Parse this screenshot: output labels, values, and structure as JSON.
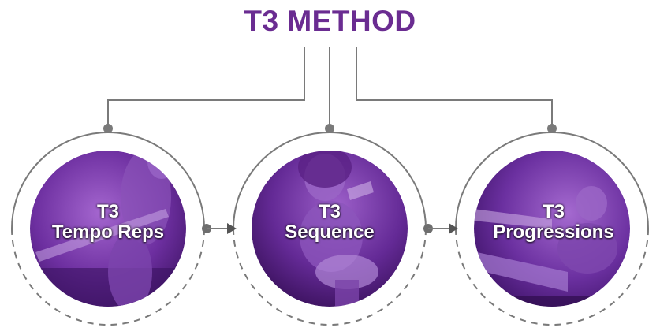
{
  "title": "T3 METHOD",
  "colors": {
    "title": "#6a2c91",
    "connector": "#7a7a7a",
    "arrow": "#555555",
    "circle_fill_dark": "#4b1a73",
    "circle_fill_light": "#9b5bc8"
  },
  "steps": [
    {
      "line1": "T3",
      "line2": "Tempo Reps",
      "icon": "woman-resistance-band-rows-photo"
    },
    {
      "line1": "T3",
      "line2": "Sequence",
      "icon": "woman-single-leg-balance-photo"
    },
    {
      "line1": "T3",
      "line2": "Progressions",
      "icon": "woman-boat-pose-band-photo"
    }
  ]
}
